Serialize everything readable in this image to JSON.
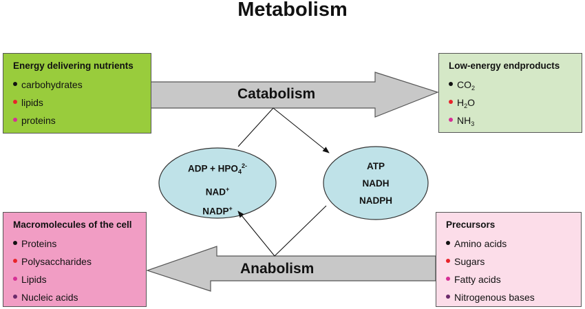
{
  "title": "Metabolism",
  "colors": {
    "nutrients_box": "#99cc3c",
    "endproducts_box": "#d5e8c7",
    "macromolecules_box": "#f19dc4",
    "precursors_box": "#fcdde9",
    "arrow_fill": "#c8c8c8",
    "ellipse_fill": "#bfe2e8",
    "bullet_black": "#111111",
    "bullet_red": "#e8232a",
    "bullet_magenta": "#d62f95",
    "bullet_purple": "#6b2b6b"
  },
  "boxes": {
    "nutrients": {
      "header": "Energy delivering nutrients",
      "items": [
        {
          "text": "carbohydrates",
          "bullet": "black"
        },
        {
          "text": "lipids",
          "bullet": "red"
        },
        {
          "text": "proteins",
          "bullet": "magenta"
        }
      ]
    },
    "endproducts": {
      "header": "Low-energy endproducts",
      "items": [
        {
          "text": "CO",
          "sub": "2",
          "suffix": "",
          "bullet": "black"
        },
        {
          "text": "H",
          "sub": "2",
          "suffix": "O",
          "bullet": "red"
        },
        {
          "text": "NH",
          "sub": "3",
          "suffix": "",
          "bullet": "magenta"
        }
      ]
    },
    "macromolecules": {
      "header": "Macromolecules of the cell",
      "items": [
        {
          "text": "Proteins",
          "bullet": "black"
        },
        {
          "text": "Polysaccharides",
          "bullet": "red"
        },
        {
          "text": "Lipids",
          "bullet": "magenta"
        },
        {
          "text": "Nucleic acids",
          "bullet": "purple"
        }
      ]
    },
    "precursors": {
      "header": "Precursors",
      "items": [
        {
          "text": "Amino acids",
          "bullet": "black"
        },
        {
          "text": "Sugars",
          "bullet": "red"
        },
        {
          "text": "Fatty acids",
          "bullet": "magenta"
        },
        {
          "text": "Nitrogenous bases",
          "bullet": "purple"
        }
      ]
    }
  },
  "arrows": {
    "catabolism": "Catabolism",
    "anabolism": "Anabolism"
  },
  "ellipses": {
    "low_energy": {
      "line1_main": "ADP + HPO",
      "line1_sub": "4",
      "line1_sup": "2-",
      "line2_main": "NAD",
      "line2_sup": "+",
      "line3_main": "NADP",
      "line3_sup": "+"
    },
    "high_energy": {
      "line1": "ATP",
      "line2": "NADH",
      "line3": "NADPH"
    }
  }
}
